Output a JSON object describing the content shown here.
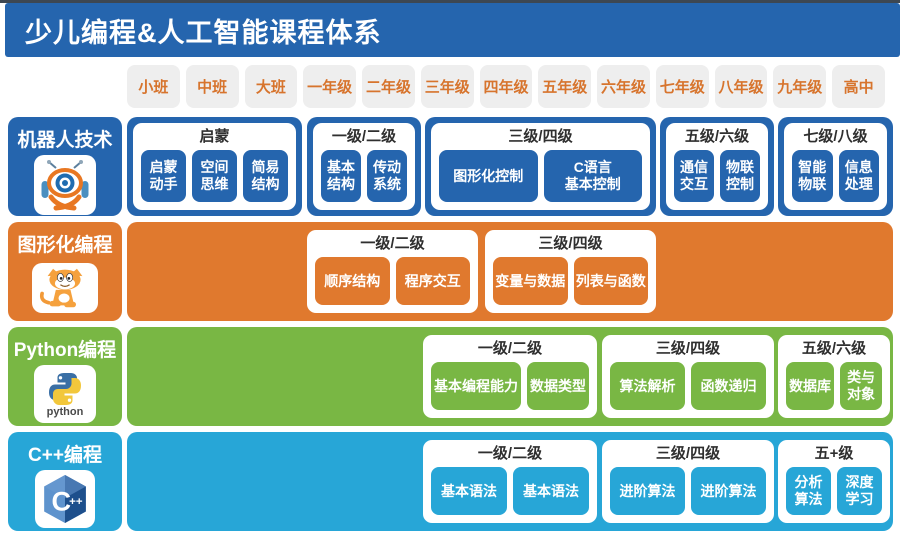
{
  "header": {
    "title": "少儿编程&人工智能课程体系"
  },
  "grades": [
    "小班",
    "中班",
    "大班",
    "一年级",
    "二年级",
    "三年级",
    "四年级",
    "五年级",
    "六年级",
    "七年级",
    "八年级",
    "九年级",
    "高中"
  ],
  "colors": {
    "header_blue": "#2565ae",
    "robotics_blue": "#2565ae",
    "scratch_orange": "#e0792e",
    "python_green": "#79b744",
    "cpp_cyan": "#27a6d7",
    "grade_text_orange": "#d7742d",
    "grade_badge_gray": "#eeeeee",
    "section_title_dark": "#2f2f2f"
  },
  "rows": [
    {
      "label": "机器人技术",
      "icon": "robot-mascot-icon",
      "color": "#2565ae",
      "sections": [
        {
          "title": "启蒙",
          "tiles": [
            "启蒙\n动手",
            "空间\n思维",
            "简易\n结构"
          ]
        },
        {
          "title": "一级/二级",
          "tiles": [
            "基本\n结构",
            "传动\n系统"
          ]
        },
        {
          "title": "三级/四级",
          "tiles": [
            "图形化控制",
            "C语言\n基本控制"
          ]
        },
        {
          "title": "五级/六级",
          "tiles": [
            "通信\n交互",
            "物联\n控制"
          ]
        },
        {
          "title": "七级/八级",
          "tiles": [
            "智能\n物联",
            "信息\n处理"
          ]
        }
      ]
    },
    {
      "label": "图形化编程",
      "icon": "scratch-cat-icon",
      "color": "#e0792e",
      "sections": [
        {
          "title": "一级/二级",
          "tiles": [
            "顺序结构",
            "程序交互"
          ]
        },
        {
          "title": "三级/四级",
          "tiles": [
            "变量与数据",
            "列表与函数"
          ]
        }
      ]
    },
    {
      "label": "Python编程",
      "icon": "python-logo-icon",
      "icon_text": "python",
      "color": "#79b744",
      "sections": [
        {
          "title": "一级/二级",
          "tiles": [
            "基本编程能力",
            "数据类型"
          ]
        },
        {
          "title": "三级/四级",
          "tiles": [
            "算法解析",
            "函数递归"
          ]
        },
        {
          "title": "五级/六级",
          "tiles": [
            "数据库",
            "类与\n对象"
          ]
        }
      ]
    },
    {
      "label": "C++编程",
      "icon": "cpp-logo-icon",
      "icon_letter": "C",
      "icon_plus": "++",
      "color": "#27a6d7",
      "sections": [
        {
          "title": "一级/二级",
          "tiles": [
            "基本语法",
            "基本语法"
          ]
        },
        {
          "title": "三级/四级",
          "tiles": [
            "进阶算法",
            "进阶算法"
          ]
        },
        {
          "title": "五+级",
          "tiles": [
            "分析\n算法",
            "深度\n学习"
          ]
        }
      ]
    }
  ]
}
